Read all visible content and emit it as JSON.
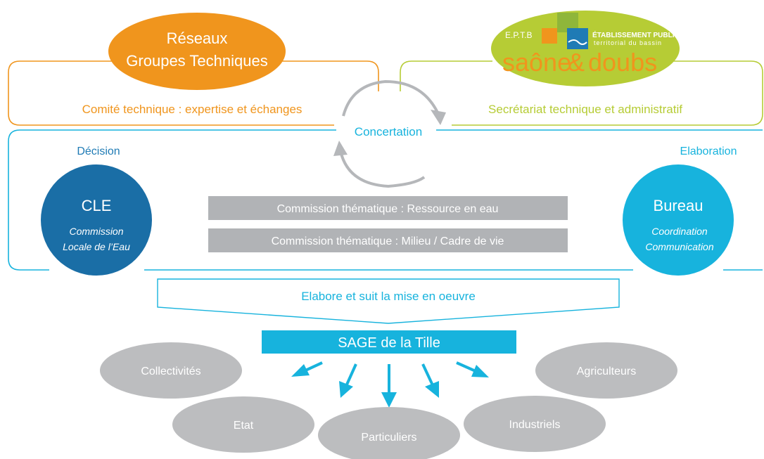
{
  "colors": {
    "orange": "#f0951d",
    "green": "#b6cc35",
    "cyan": "#17b3dd",
    "teal": "#1f7bb5",
    "dark_blue": "#1a6ea6",
    "grey": "#bcbdbf",
    "grey_bar": "#b1b3b6",
    "arrow_grey": "#b5b7ba",
    "white": "#ffffff"
  },
  "top_left": {
    "ellipse_line1": "Réseaux",
    "ellipse_line2": "Groupes Techniques",
    "caption": "Comité technique : expertise et échanges"
  },
  "top_right": {
    "logo": {
      "acronym": "E.P.T.B",
      "org_line1": "ÉTABLISSEMENT PUBLIC",
      "org_line2": "territorial du bassin",
      "wordmark_left": "saône",
      "amp": "&",
      "wordmark_right": "doubs"
    },
    "caption": "Secrétariat technique et administratif"
  },
  "center": {
    "concertation": "Concertation"
  },
  "middle": {
    "decision": "Décision",
    "elaboration": "Elaboration",
    "cle": {
      "title": "CLE",
      "line1": "Commission",
      "line2": "Locale de l’Eau"
    },
    "bureau": {
      "title": "Bureau",
      "line1": "Coordination",
      "line2": "Communication"
    },
    "commissions": [
      "Commission thématique : Ressource en eau",
      "Commission thématique : Milieu / Cadre de vie"
    ]
  },
  "flow": {
    "arrow_label": "Elabore et suit la mise en oeuvre",
    "sage": "SAGE de la Tille"
  },
  "stakeholders": {
    "collectivites": "Collectivités",
    "etat": "Etat",
    "particuliers": "Particuliers",
    "industriels": "Industriels",
    "agriculteurs": "Agriculteurs"
  }
}
